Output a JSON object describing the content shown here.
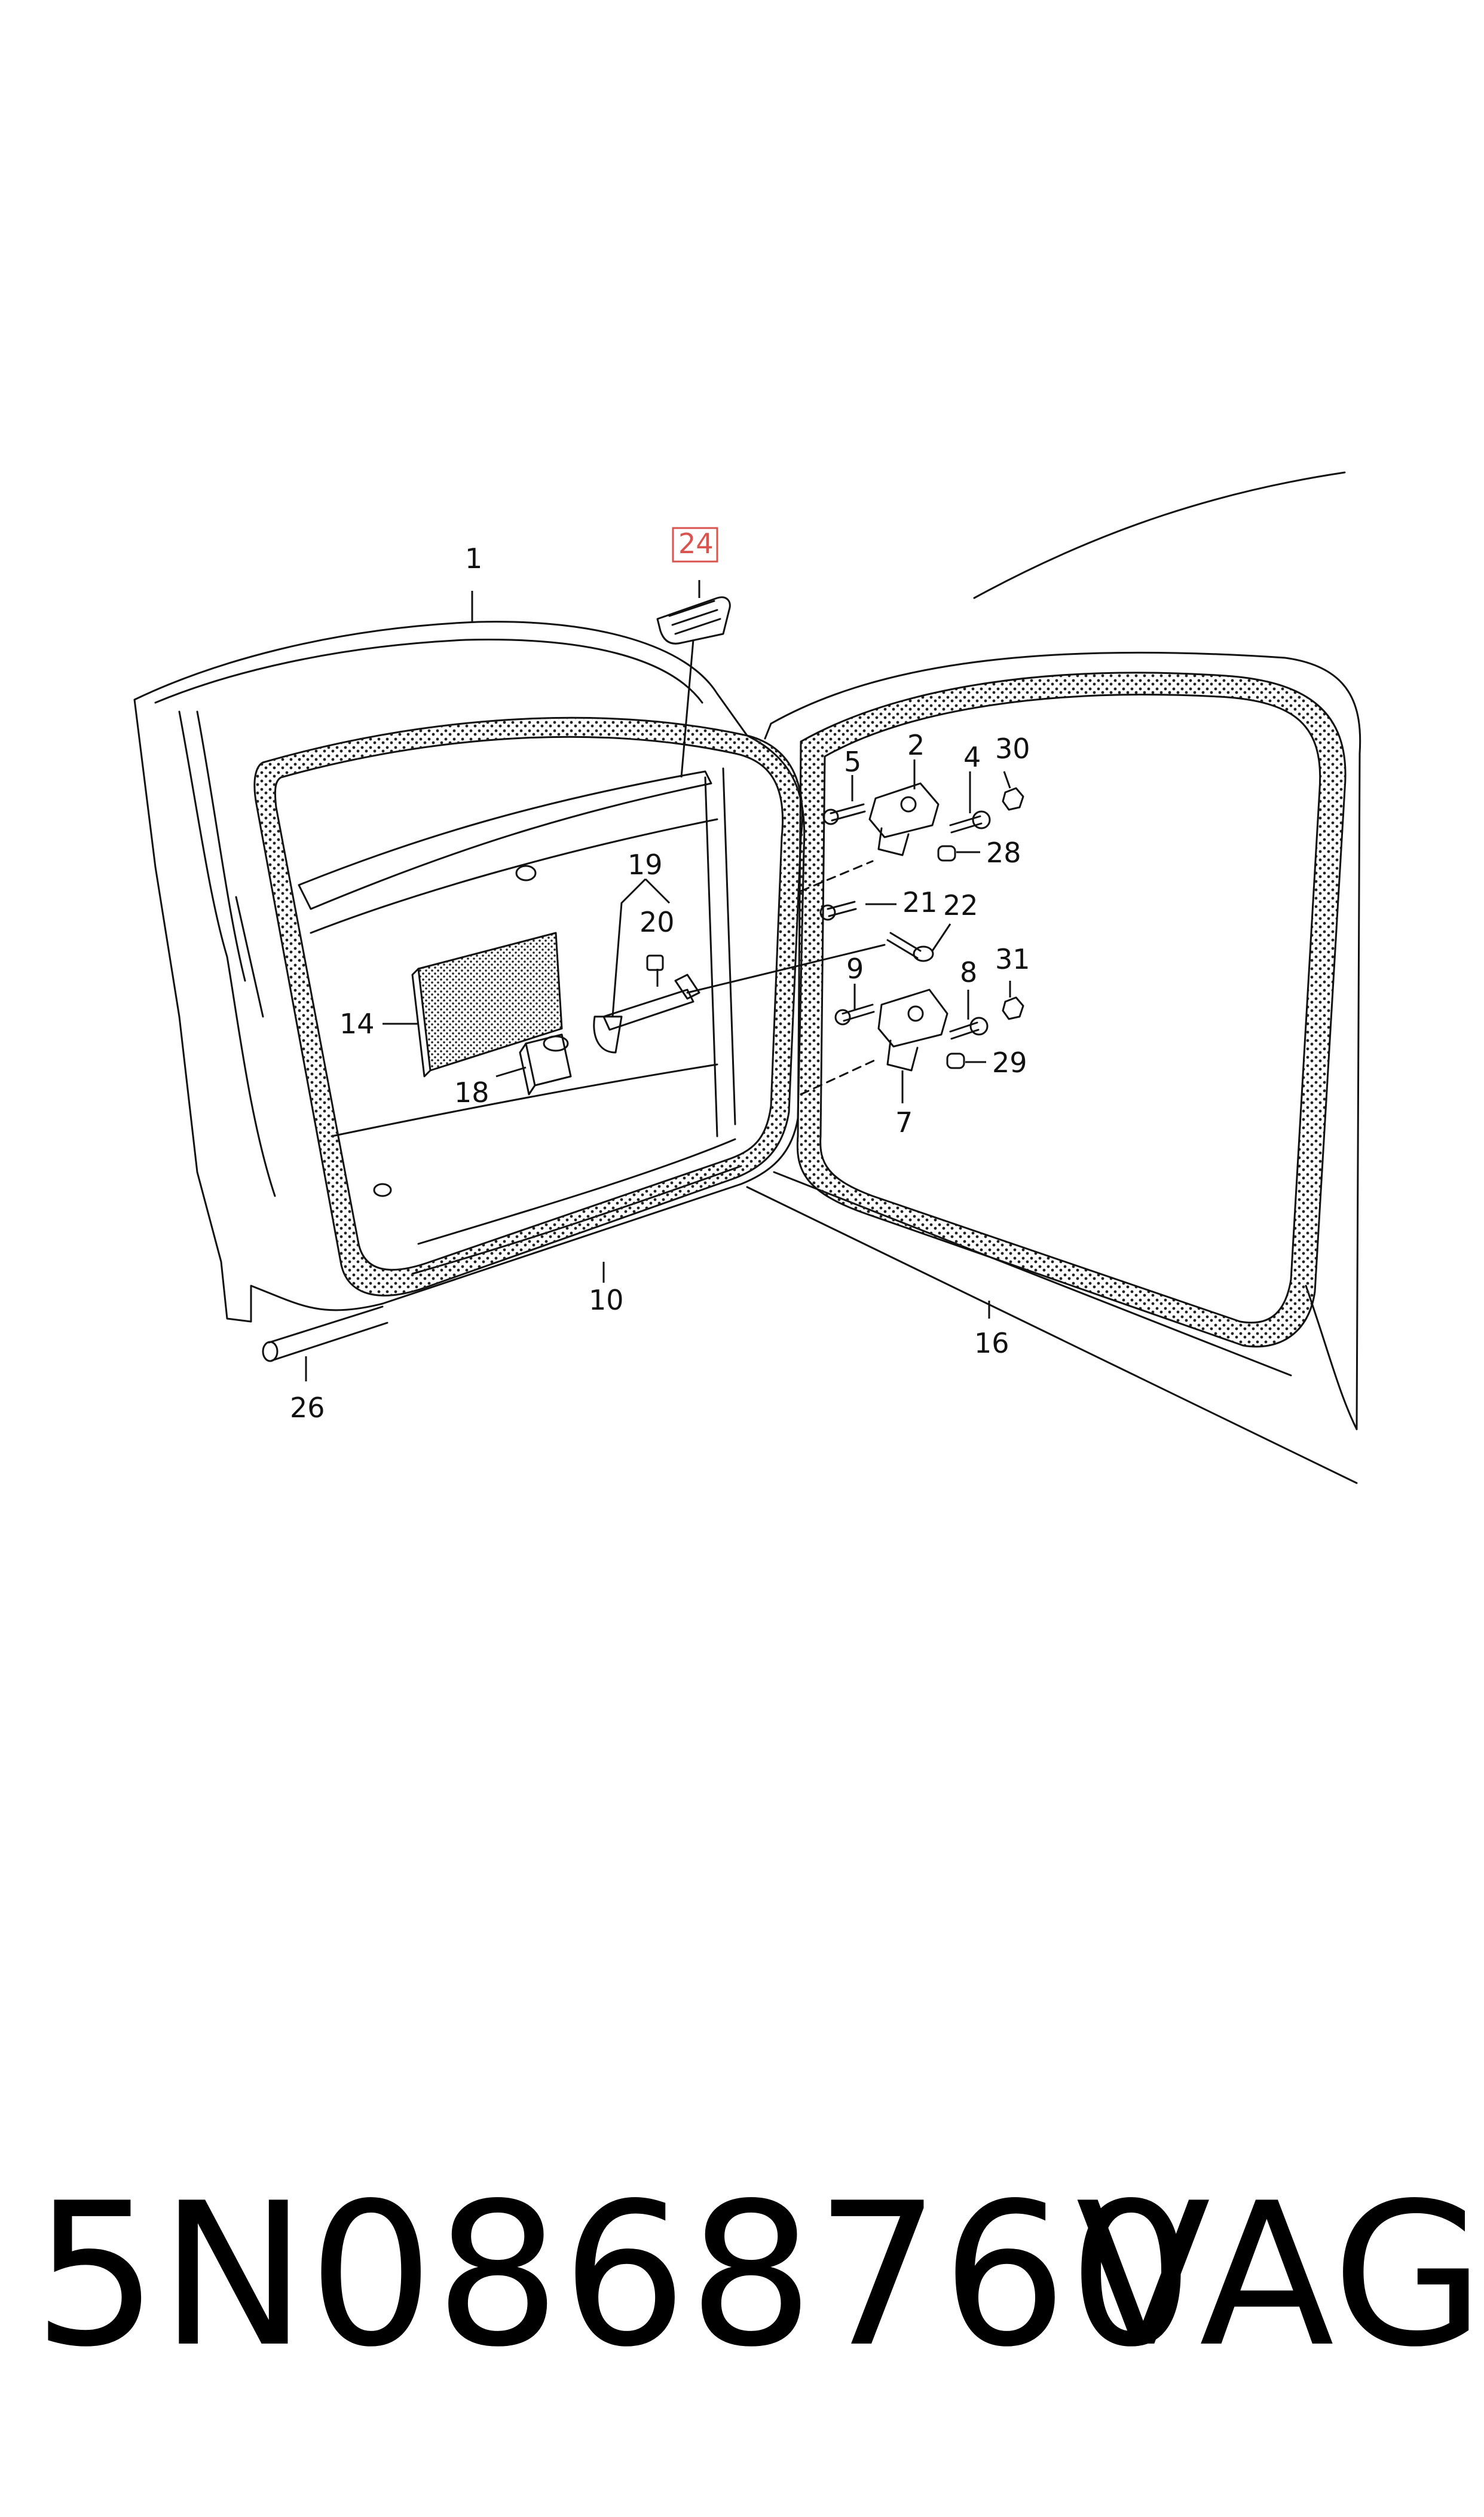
{
  "diagram": {
    "callouts": [
      "1",
      "2",
      "4",
      "5",
      "7",
      "8",
      "9",
      "10",
      "14",
      "16",
      "18",
      "19",
      "20",
      "21",
      "22",
      "24",
      "26",
      "28",
      "29",
      "30",
      "31"
    ],
    "highlighted_callout": "24",
    "highlight_color": "#d9534f",
    "line_color": "#111111",
    "seal_dot_color": "#222222"
  },
  "footer": {
    "part_number": "5N0868760",
    "brand": "VAG"
  }
}
